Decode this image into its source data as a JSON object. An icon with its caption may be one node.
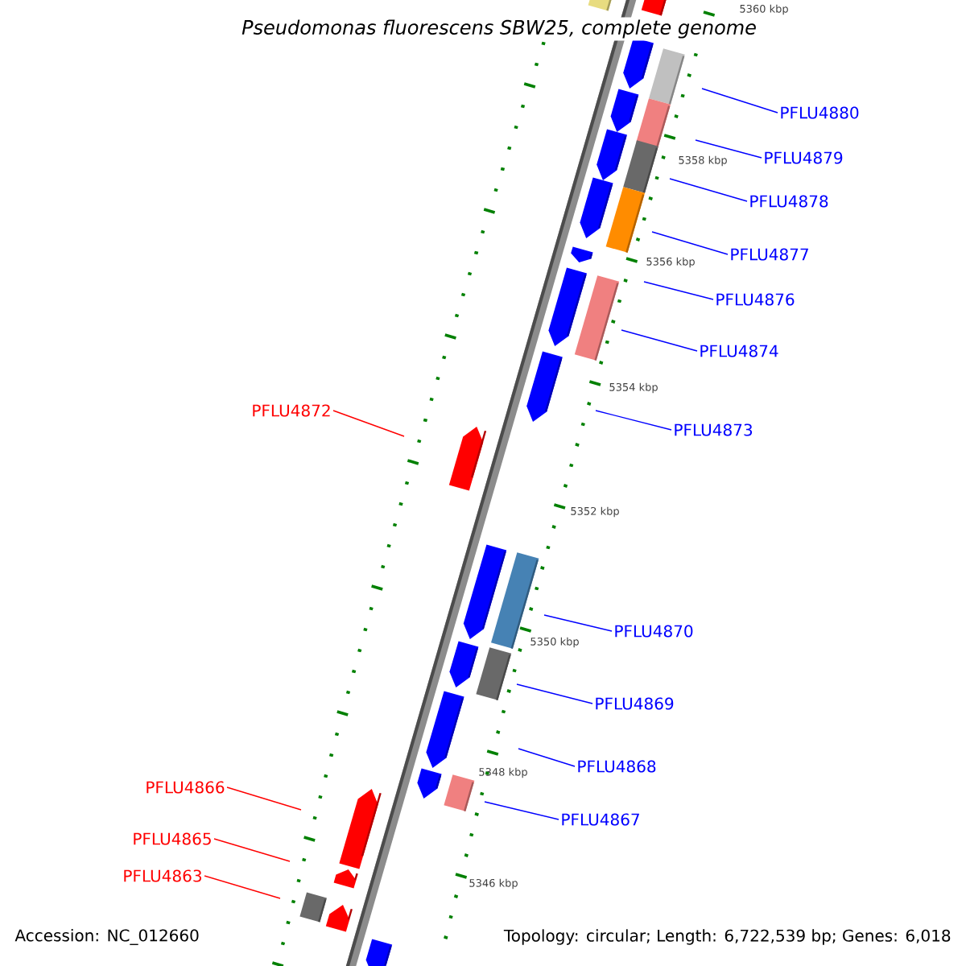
{
  "diagram": {
    "title": "Pseudomonas fluorescens SBW25, complete genome",
    "nodes": [
      {
        "text": [
          "PFLU4880"
        ]
      },
      {
        "text": [
          "PFLU4879"
        ]
      },
      {
        "text": [
          "PFLU4878"
        ]
      },
      {
        "text": [
          "PFLU4877"
        ]
      },
      {
        "text": [
          "PFLU4876"
        ]
      },
      {
        "text": [
          "PFLU4874"
        ]
      },
      {
        "text": [
          "PFLU4872"
        ]
      },
      {
        "text": [
          "PFLU4873"
        ]
      },
      {
        "text": [
          "PFLU4870"
        ]
      },
      {
        "text": [
          "PFLU4869"
        ]
      },
      {
        "text": [
          "PFLU4868"
        ]
      },
      {
        "text": [
          "PFLU4866"
        ]
      },
      {
        "text": [
          "PFLU4867"
        ]
      },
      {
        "text": [
          "PFLU4865"
        ]
      },
      {
        "text": [
          "PFLU4863"
        ]
      }
    ],
    "edges": [
      {
        "from": 0,
        "to": null,
        "arrow": "none"
      },
      {
        "from": 1,
        "to": null,
        "arrow": "none"
      },
      {
        "from": 2,
        "to": null,
        "arrow": "none"
      },
      {
        "from": 3,
        "to": null,
        "arrow": "none"
      },
      {
        "from": 4,
        "to": null,
        "arrow": "none"
      },
      {
        "from": 5,
        "to": null,
        "arrow": "none"
      },
      {
        "from": 6,
        "to": null,
        "arrow": "none",
        "color": "#ff0000"
      },
      {
        "from": 7,
        "to": null,
        "arrow": "none"
      },
      {
        "from": 8,
        "to": null,
        "arrow": "none"
      },
      {
        "from": 9,
        "to": null,
        "arrow": "none"
      },
      {
        "from": 10,
        "to": null,
        "arrow": "none"
      },
      {
        "from": 11,
        "to": null,
        "arrow": "none",
        "color": "#ff0000"
      },
      {
        "from": 12,
        "to": null,
        "arrow": "none"
      },
      {
        "from": 13,
        "to": null,
        "arrow": "none",
        "color": "#ff0000"
      },
      {
        "from": 14,
        "to": null,
        "arrow": "none",
        "color": "#ff0000"
      }
    ],
    "labels": [
      "5360 kbp",
      "5358 kbp",
      "5356 kbp",
      "5354 kbp",
      "5352 kbp",
      "5350 kbp",
      "5348 kbp",
      "5346 kbp",
      "Accession: NC_012660",
      "Topology: circular; Length: 6,722,539 bp; Genes: 6,018"
    ]
  }
}
